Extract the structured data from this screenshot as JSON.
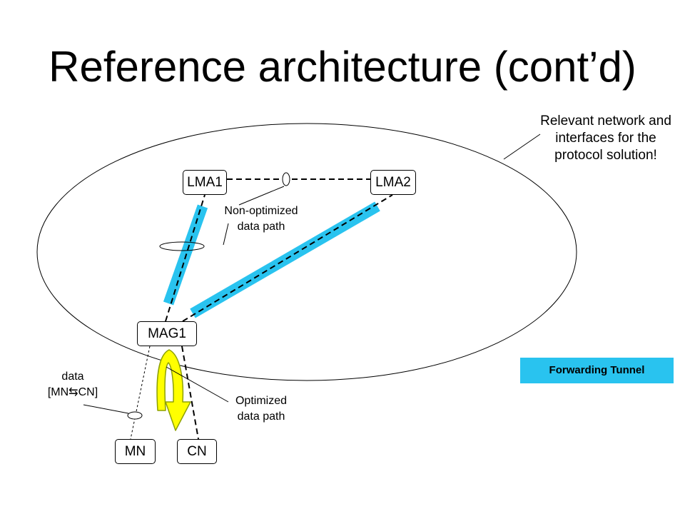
{
  "slide": {
    "title": "Reference architecture (cont’d)"
  },
  "annotations": {
    "relevant_network": "Relevant network and interfaces for the protocol solution!",
    "non_optimized_line1": "Non-optimized",
    "non_optimized_line2": "data path",
    "optimized_line1": "Optimized",
    "optimized_line2": "data path",
    "data_line1": "data",
    "data_line2": "[MN",
    "data_arrow": "⇆",
    "data_line3": "CN]"
  },
  "nodes": {
    "lma1": "LMA1",
    "lma2": "LMA2",
    "mag1": "MAG1",
    "mn": "MN",
    "cn": "CN"
  },
  "legend": {
    "forwarding_tunnel": "Forwarding Tunnel"
  },
  "colors": {
    "tunnel": "#29C3EF",
    "optimized_arrow_fill": "#FFFF00",
    "optimized_arrow_stroke": "#8DA000",
    "line": "#000000"
  }
}
